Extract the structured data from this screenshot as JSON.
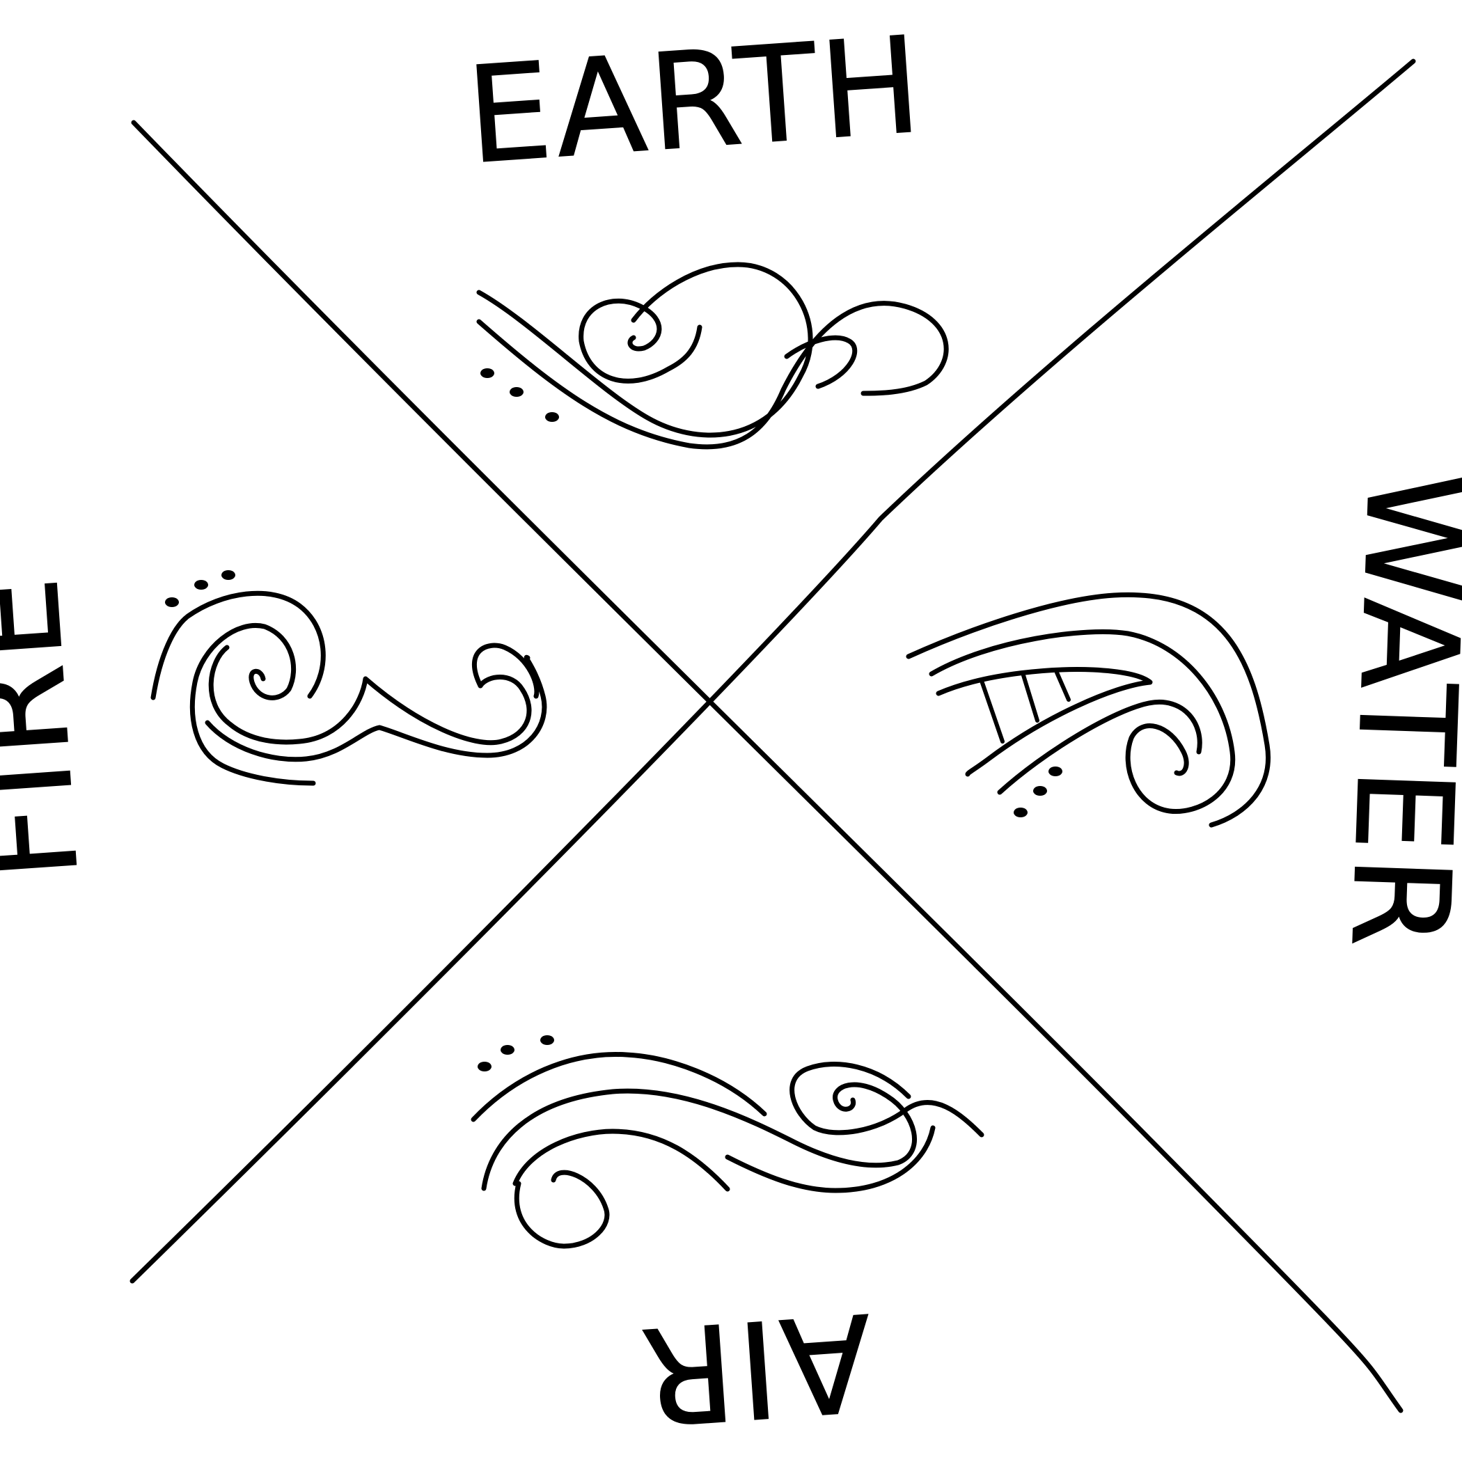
{
  "diagram": {
    "labels": {
      "earth": "EARTH",
      "water": "WATER",
      "air": "AIR",
      "fire": "FIRE"
    },
    "icons": {
      "earth": "wind-swirl-icon",
      "water": "wave-swirl-icon",
      "air": "wind-swirl-icon",
      "fire": "flame-swirl-icon"
    },
    "colors": {
      "ink": "#000000",
      "background": "#ffffff"
    }
  }
}
